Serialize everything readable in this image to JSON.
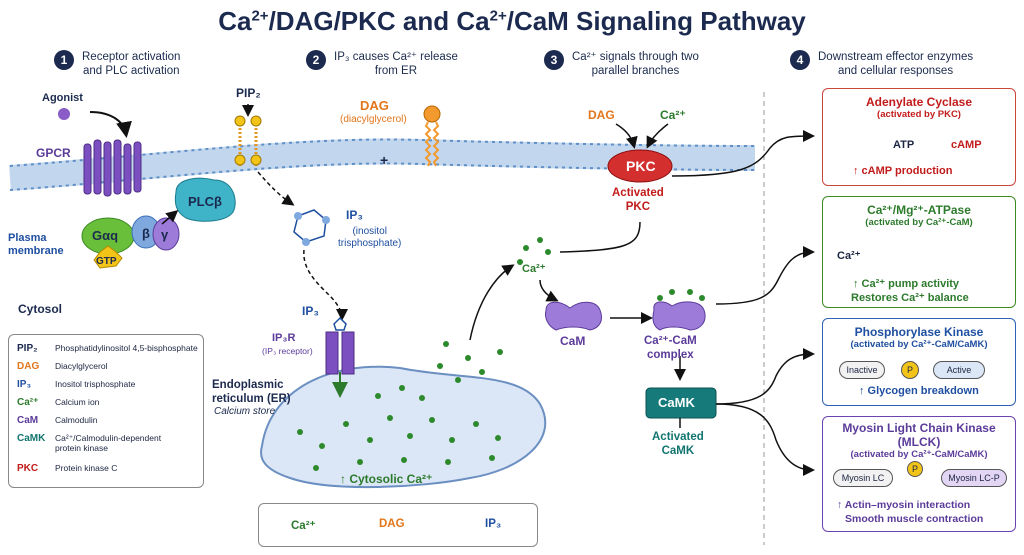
{
  "title": {
    "p1": "Ca",
    "s1": "2+",
    "p2": "/DAG/PKC and Ca",
    "s2": "2+",
    "p3": "/CaM Signaling Pathway"
  },
  "steps": [
    {
      "num": "1",
      "text": "Receptor activation\nand PLC activation"
    },
    {
      "num": "2",
      "text": "IP₃ causes Ca²⁺ release\nfrom ER"
    },
    {
      "num": "3",
      "text": "Ca²⁺ signals through two\nparallel branches"
    },
    {
      "num": "4",
      "text": "Downstream effector enzymes\nand cellular responses"
    }
  ],
  "labels": {
    "agonist": "Agonist",
    "gpcr": "GPCR",
    "pip2": "PIP₂",
    "dag": "DAG",
    "dag_sub": "(diacylglycerol)",
    "plus": "+",
    "plasma": "Plasma\nmembrane",
    "gaq": "Gαq",
    "beta": "β",
    "gamma": "γ",
    "gtp": "GTP",
    "plcb": "PLCβ",
    "ip3": "IP₃",
    "ip3_sub": "(inositol\ntrisphosphate)",
    "cytosol": "Cytosol",
    "ip3_2": "IP₃",
    "ip3r": "IP₃R",
    "ip3r_sub": "(IP₃ receptor)",
    "er": "Endoplasmic\nreticulum (ER)",
    "er_sub": "Calcium store",
    "cyto_ca": "↑ Cytosolic Ca²⁺",
    "dag_right": "DAG",
    "ca_right": "Ca²⁺",
    "pkc": "PKC",
    "pkc_act": "Activated\nPKC",
    "ca_mid": "Ca²⁺",
    "cam": "CaM",
    "cacam": "Ca²⁺-CaM\ncomplex",
    "camk": "CaMK",
    "camk_act": "Activated\nCaMK"
  },
  "legend": [
    {
      "key": "PIP₂",
      "val": "Phosphatidylinositol 4,5-bisphosphate",
      "color": "#1b2a4e"
    },
    {
      "key": "DAG",
      "val": "Diacylglycerol",
      "color": "#e2761b"
    },
    {
      "key": "IP₃",
      "val": "Inositol trisphosphate",
      "color": "#1f4fa0"
    },
    {
      "key": "Ca²⁺",
      "val": "Calcium ion",
      "color": "#2c7a2c"
    },
    {
      "key": "CaM",
      "val": "Calmodulin",
      "color": "#5b3b9a"
    },
    {
      "key": "CaMK",
      "val": "Ca²⁺/Calmodulin-dependent\nprotein kinase",
      "color": "#12756f"
    },
    {
      "key": "PKC",
      "val": "Protein kinase C",
      "color": "#c21b1b"
    }
  ],
  "cards": {
    "ac": {
      "title": "Adenylate Cyclase",
      "sub": "(activated by PKC)",
      "atp": "ATP",
      "camp": "cAMP",
      "result": "↑ cAMP production"
    },
    "pump": {
      "title": "Ca²⁺/Mg²⁺-ATPase",
      "sub": "(activated by Ca²⁺-CaM)",
      "ca": "Ca²⁺",
      "r1": "↑ Ca²⁺ pump activity",
      "r2": "Restores Ca²⁺ balance"
    },
    "phk": {
      "title": "Phosphorylase Kinase",
      "sub": "(activated by Ca²⁺-CaM/CaMK)",
      "inactive": "Inactive",
      "p": "P",
      "active": "Active",
      "result": "↑ Glycogen breakdown"
    },
    "mlck": {
      "title": "Myosin Light Chain Kinase\n(MLCK)",
      "sub": "(activated by Ca²⁺-CaM/CaMK)",
      "lc": "Myosin LC",
      "p": "P",
      "lcp": "Myosin LC-P",
      "r1": "↑ Actin–myosin interaction",
      "r2": "Smooth muscle contraction"
    }
  },
  "bottom_legend": {
    "ca": "Ca²⁺",
    "dag": "DAG",
    "ip3": "IP₃"
  },
  "colors": {
    "navy": "#1b2a4e",
    "red": "#c21b1b",
    "green": "#2c7a2c",
    "blue": "#1f4fa0",
    "purple": "#5b3b9a",
    "teal": "#12756f",
    "orange": "#e2761b"
  }
}
